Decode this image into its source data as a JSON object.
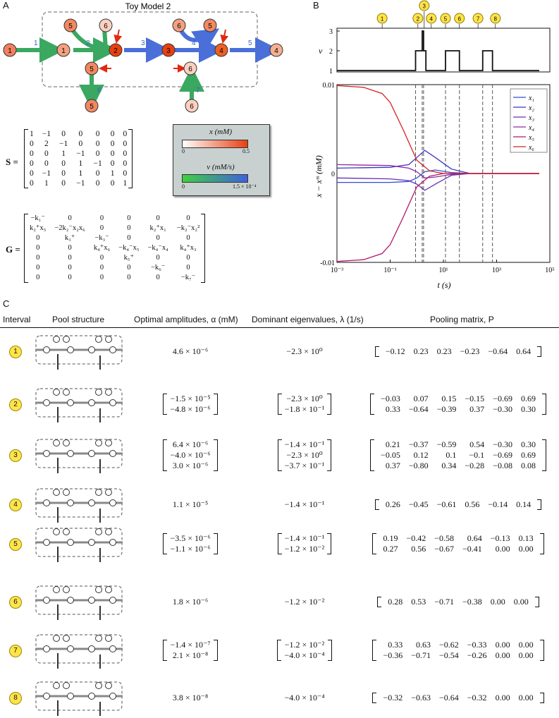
{
  "panels": {
    "a": "A",
    "b": "B",
    "c": "C"
  },
  "model_title": "Toy Model 2",
  "nodes": {
    "top": [
      "1",
      "1",
      "5",
      "6",
      "2",
      "3",
      "6",
      "5",
      "4",
      "4"
    ],
    "bottom": [
      "5",
      "5",
      "6",
      "6"
    ]
  },
  "flux_labels": [
    "1",
    "2",
    "3",
    "4",
    "5",
    "6",
    "7"
  ],
  "colorbars": {
    "x_label": "x (mM)",
    "x_min": "0",
    "x_max": "0.5",
    "v_label": "v (mM/s)",
    "v_min": "0",
    "v_max": "1.5 × 10⁻⁴"
  },
  "S_matrix": {
    "name": "S =",
    "rows": [
      [
        "1",
        "−1",
        "0",
        "0",
        "0",
        "0",
        "0"
      ],
      [
        "0",
        "2",
        "−1",
        "0",
        "0",
        "0",
        "0"
      ],
      [
        "0",
        "0",
        "1",
        "−1",
        "0",
        "0",
        "0"
      ],
      [
        "0",
        "0",
        "0",
        "1",
        "−1",
        "0",
        "0"
      ],
      [
        "0",
        "−1",
        "0",
        "1",
        "0",
        "1",
        "0"
      ],
      [
        "0",
        "1",
        "0",
        "−1",
        "0",
        "0",
        "1"
      ]
    ]
  },
  "G_matrix": {
    "name": "G =",
    "rows": [
      [
        "−k₁⁻",
        "0",
        "0",
        "0",
        "0",
        "0"
      ],
      [
        "k₂⁺x₅",
        "−2k₂⁻x₂x₆",
        "0",
        "0",
        "k₂⁺x₁",
        "−k₂⁻x₂²"
      ],
      [
        "0",
        "k₃⁺",
        "−k₃⁻",
        "0",
        "0",
        "0"
      ],
      [
        "0",
        "0",
        "k₄⁺x₆",
        "−k₄⁻x₅",
        "−k₄⁻x₄",
        "k₄⁺x₃"
      ],
      [
        "0",
        "0",
        "0",
        "k₅⁺",
        "0",
        "0"
      ],
      [
        "0",
        "0",
        "0",
        "0",
        "−k₆⁻",
        "0"
      ],
      [
        "0",
        "0",
        "0",
        "0",
        "0",
        "−k₇⁻"
      ]
    ]
  },
  "chart_data": [
    {
      "type": "line",
      "ylabel": "ν",
      "yticks": [
        "1",
        "2",
        "3"
      ],
      "x_scale": "log",
      "interval_markers": [
        "1",
        "2",
        "3",
        "4",
        "5",
        "6",
        "7",
        "8"
      ],
      "series": [
        {
          "x": [
            0.001,
            0.9,
            0.9,
            1.6,
            1.6,
            1.8,
            1.8,
            2.2,
            2.2,
            12,
            12,
            40,
            40,
            300,
            300,
            700,
            700,
            40000
          ],
          "values": [
            1,
            1,
            2,
            2,
            3,
            3,
            2,
            2,
            1,
            1,
            2,
            2,
            1,
            1,
            2,
            2,
            1,
            1
          ]
        }
      ]
    },
    {
      "type": "line",
      "xlabel": "t (s)",
      "ylabel": "x − xˢˢ (mM)",
      "x_scale": "log",
      "xlim": [
        0.001,
        100000
      ],
      "ylim": [
        -0.01,
        0.01
      ],
      "xticks": [
        "10⁻³",
        "10⁻¹",
        "10¹",
        "10³",
        "10⁵"
      ],
      "yticks": [
        "0.01",
        "0",
        "-0.01"
      ],
      "dashed_lines_at": [
        0.9,
        1.6,
        1.8,
        12,
        40,
        300,
        700
      ],
      "legend_position": "top-right",
      "series": [
        {
          "name": "x₁",
          "color": "#2e4fd6",
          "x": [
            0.001,
            0.1,
            0.5,
            1,
            2,
            5,
            20,
            100,
            1000,
            40000
          ],
          "values": [
            -0.001,
            -0.001,
            -0.0009,
            -0.0005,
            0.0002,
            0.0004,
            0.0001,
            0,
            0,
            0
          ]
        },
        {
          "name": "x₂",
          "color": "#3a36c8",
          "x": [
            0.001,
            0.1,
            0.5,
            1,
            2,
            5,
            20,
            100,
            1000,
            40000
          ],
          "values": [
            0.0006,
            0.0007,
            0.001,
            0.0018,
            0.0026,
            0.0018,
            0.0005,
            0,
            0,
            0
          ]
        },
        {
          "name": "x₃",
          "color": "#6a2eb8",
          "x": [
            0.001,
            0.1,
            0.5,
            1,
            2,
            5,
            20,
            100,
            1000,
            40000
          ],
          "values": [
            -0.0005,
            -0.0006,
            -0.0008,
            -0.0012,
            -0.0019,
            -0.0012,
            -0.0002,
            0,
            0,
            0
          ]
        },
        {
          "name": "x₄",
          "color": "#8e2a9e",
          "x": [
            0.001,
            0.1,
            0.5,
            1,
            2,
            5,
            20,
            100,
            1000,
            40000
          ],
          "values": [
            0.001,
            0.0009,
            0.0006,
            0.0002,
            -0.0005,
            -0.0004,
            -0.0001,
            0,
            0,
            0
          ]
        },
        {
          "name": "x₅",
          "color": "#b0186a",
          "x": [
            0.001,
            0.01,
            0.05,
            0.1,
            0.3,
            1,
            3,
            10,
            100,
            40000
          ],
          "values": [
            -0.0099,
            -0.0097,
            -0.009,
            -0.008,
            -0.005,
            -0.0015,
            -0.0003,
            0,
            0,
            0
          ]
        },
        {
          "name": "x₆",
          "color": "#d82020",
          "x": [
            0.001,
            0.01,
            0.05,
            0.1,
            0.3,
            1,
            3,
            10,
            100,
            40000
          ],
          "values": [
            0.0099,
            0.0097,
            0.009,
            0.008,
            0.005,
            0.0015,
            0.0003,
            0,
            0,
            0
          ]
        }
      ]
    }
  ],
  "table": {
    "headers": {
      "interval": "Interval",
      "pool": "Pool structure",
      "alpha": "Optimal amplitudes, α (mM)",
      "lambda": "Dominant eigenvalues, λ (1/s)",
      "P": "Pooling matrix, P"
    },
    "rows": [
      {
        "id": "1",
        "alpha": [
          "4.6 × 10⁻⁶"
        ],
        "lambda": [
          "−2.3 × 10⁰"
        ],
        "P": [
          [
            "−0.12",
            "0.23",
            "0.23",
            "−0.23",
            "−0.64",
            "0.64"
          ]
        ]
      },
      {
        "id": "2",
        "alpha": [
          "−1.5 × 10⁻⁵",
          "−4.8 × 10⁻⁶"
        ],
        "lambda": [
          "−2.3 × 10⁰",
          "−1.8 × 10⁻¹"
        ],
        "P": [
          [
            "−0.03",
            "0.07",
            "0.15",
            "−0.15",
            "−0.69",
            "0.69"
          ],
          [
            "0.33",
            "−0.64",
            "−0.39",
            "0.37",
            "−0.30",
            "0.30"
          ]
        ]
      },
      {
        "id": "3",
        "alpha": [
          "6.4 × 10⁻⁶",
          "−4.0 × 10⁻⁶",
          "3.0 × 10⁻⁶"
        ],
        "lambda": [
          "−1.4 × 10⁻¹",
          "−2.3 × 10⁰",
          "−3.7 × 10⁻¹"
        ],
        "P": [
          [
            "0.21",
            "−0.37",
            "−0.59",
            "0.54",
            "−0.30",
            "0.30"
          ],
          [
            "−0.05",
            "0.12",
            "0.1",
            "−0.1",
            "−0.69",
            "0.69"
          ],
          [
            "0.37",
            "−0.80",
            "0.34",
            "−0.28",
            "−0.08",
            "0.08"
          ]
        ]
      },
      {
        "id": "4",
        "alpha": [
          "1.1 × 10⁻⁵"
        ],
        "lambda": [
          "−1.4 × 10⁻¹"
        ],
        "P": [
          [
            "0.26",
            "−0.45",
            "−0.61",
            "0.56",
            "−0.14",
            "0.14"
          ]
        ]
      },
      {
        "id": "5",
        "alpha": [
          "−3.5 × 10⁻⁶",
          "−1.1 × 10⁻⁶"
        ],
        "lambda": [
          "−1.4 × 10⁻¹",
          "−1.2 × 10⁻²"
        ],
        "P": [
          [
            "0.19",
            "−0.42",
            "−0.58",
            "0.64",
            "−0.13",
            "0.13"
          ],
          [
            "0.27",
            "0.56",
            "−0.67",
            "−0.41",
            "0.00",
            "0.00"
          ]
        ]
      },
      {
        "id": "6",
        "alpha": [
          "1.8 × 10⁻⁶"
        ],
        "lambda": [
          "−1.2 × 10⁻²"
        ],
        "P": [
          [
            "0.28",
            "0.53",
            "−0.71",
            "−0.38",
            "0.00",
            "0.00"
          ]
        ]
      },
      {
        "id": "7",
        "alpha": [
          "−1.4 × 10⁻⁷",
          "2.1 × 10⁻⁸"
        ],
        "lambda": [
          "−1.2 × 10⁻²",
          "−4.0 × 10⁻⁴"
        ],
        "P": [
          [
            "0.33",
            "0.63",
            "−0.62",
            "−0.33",
            "0.00",
            "0.00"
          ],
          [
            "−0.36",
            "−0.71",
            "−0.54",
            "−0.26",
            "0.00",
            "0.00"
          ]
        ]
      },
      {
        "id": "8",
        "alpha": [
          "3.8 × 10⁻⁸"
        ],
        "lambda": [
          "−4.0 × 10⁻⁴"
        ],
        "P": [
          [
            "−0.32",
            "−0.63",
            "−0.64",
            "−0.32",
            "0.00",
            "0.00"
          ]
        ]
      }
    ]
  }
}
